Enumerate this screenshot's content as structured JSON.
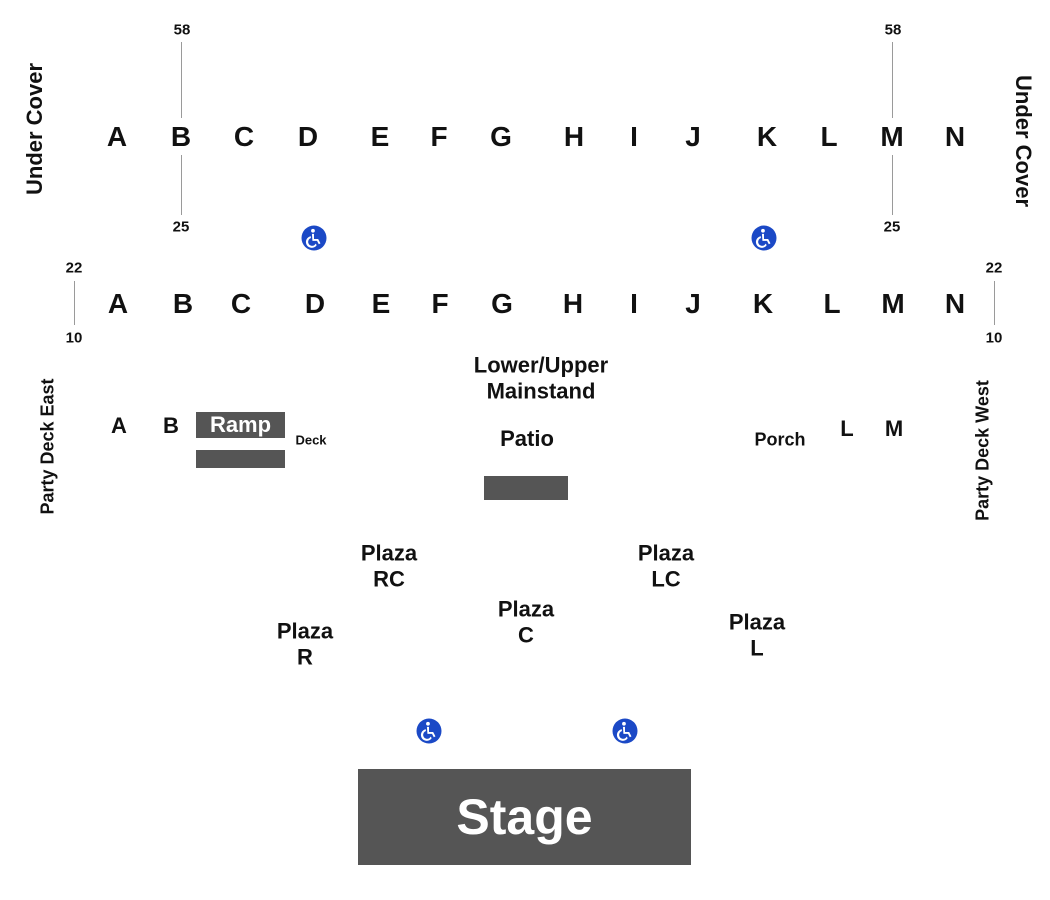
{
  "side_labels": {
    "under_cover_left": "Under Cover",
    "under_cover_right": "Under Cover",
    "party_deck_east": "Party Deck East",
    "party_deck_west": "Party Deck West"
  },
  "upper_rows": [
    "A",
    "B",
    "C",
    "D",
    "E",
    "F",
    "G",
    "H",
    "I",
    "J",
    "K",
    "L",
    "M",
    "N"
  ],
  "lower_rows": [
    "A",
    "B",
    "C",
    "D",
    "E",
    "F",
    "G",
    "H",
    "I",
    "J",
    "K",
    "L",
    "M",
    "N"
  ],
  "upper_numbers": {
    "top_left": "58",
    "bottom_left": "25",
    "top_right": "58",
    "bottom_right": "25"
  },
  "lower_numbers": {
    "top_left": "22",
    "bottom_left": "10",
    "top_right": "22",
    "bottom_right": "10"
  },
  "mainstand": {
    "line1": "Lower/Upper",
    "line2": "Mainstand"
  },
  "patio": "Patio",
  "deck_row": {
    "a": "A",
    "b": "B",
    "ramp": "Ramp",
    "deck": "Deck",
    "porch": "Porch",
    "l": "L",
    "m": "M"
  },
  "plaza": {
    "rc": {
      "line1": "Plaza",
      "line2": "RC"
    },
    "lc": {
      "line1": "Plaza",
      "line2": "LC"
    },
    "c": {
      "line1": "Plaza",
      "line2": "C"
    },
    "r": {
      "line1": "Plaza",
      "line2": "R"
    },
    "l": {
      "line1": "Plaza",
      "line2": "L"
    }
  },
  "stage": "Stage",
  "icons": {
    "accessible": "wheelchair-icon"
  },
  "colors": {
    "accessible": "#1b49c6",
    "block": "#555555",
    "text": "#111111"
  }
}
